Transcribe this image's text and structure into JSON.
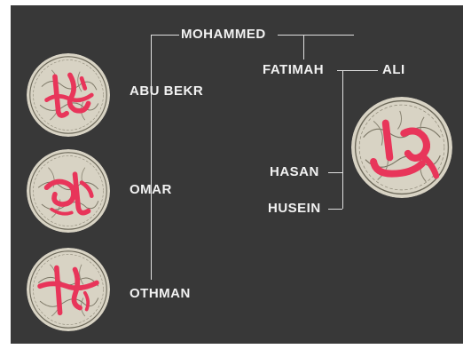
{
  "diagram": {
    "names": {
      "mohammed": "MOHAMMED",
      "fatimah": "FATIMAH",
      "ali": "ALI",
      "abu_bekr": "ABU BEKR",
      "omar": "OMAR",
      "othman": "OTHMAN",
      "hasan": "HASAN",
      "husein": "HUSEIN"
    },
    "seals": [
      {
        "id": "abu-bekr",
        "ring_color": "#d8d3c4",
        "script_color": "#e8355a"
      },
      {
        "id": "omar",
        "ring_color": "#d8d3c4",
        "script_color": "#e8355a"
      },
      {
        "id": "othman",
        "ring_color": "#d8d3c4",
        "script_color": "#e8355a"
      },
      {
        "id": "ali",
        "ring_color": "#d8d3c4",
        "script_color": "#e8355a"
      }
    ],
    "colors": {
      "background": "#383838",
      "text": "#f2f2f2",
      "lines": "#e0e0e0",
      "accent": "#e8355a"
    }
  }
}
